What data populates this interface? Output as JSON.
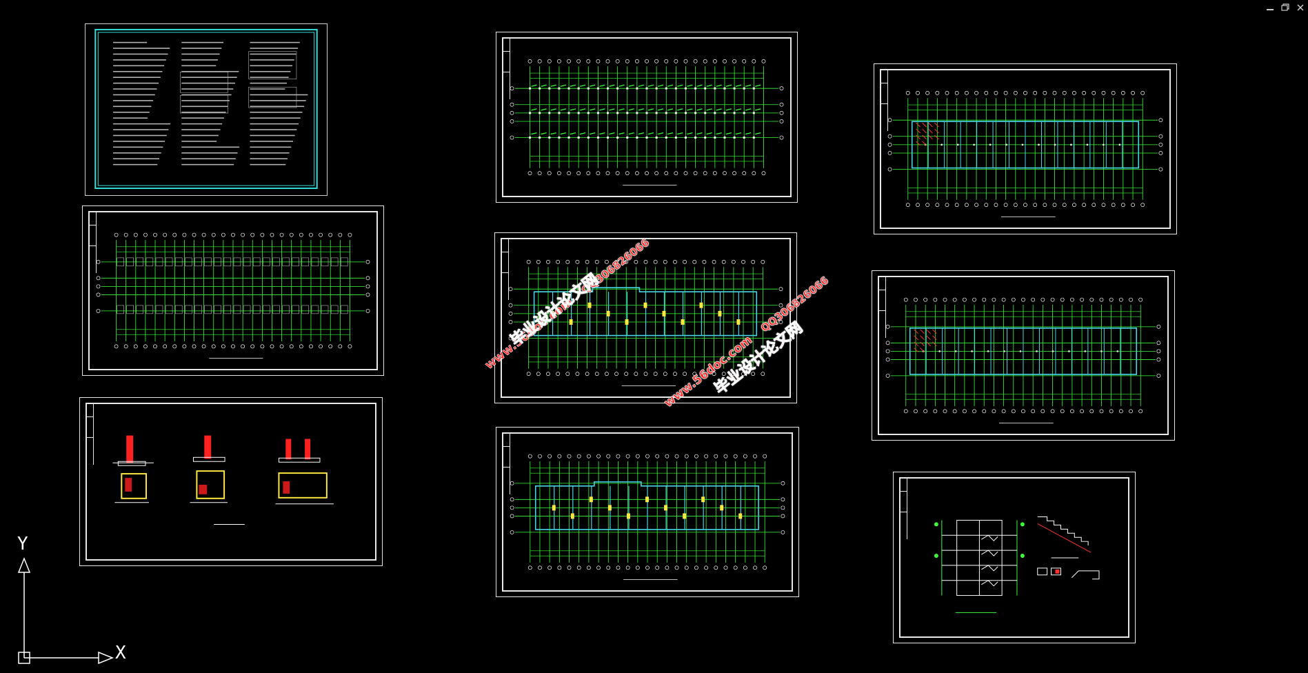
{
  "window": {
    "controls": [
      "minimize-icon",
      "restore-icon",
      "close-icon"
    ]
  },
  "ucs": {
    "x_label": "X",
    "y_label": "Y"
  },
  "watermarks": [
    {
      "site": "www.56doc.com",
      "qq": "QQ306826066",
      "title": "毕业设计论文网"
    },
    {
      "site": "www.56doc.com",
      "qq": "QQ306826066",
      "title": "毕业设计论文网"
    }
  ],
  "colors": {
    "background": "#000000",
    "frame": "#e8e8e8",
    "grid": "#3aff3a",
    "column": "#48d6e6",
    "hatch": "#ffe840",
    "rebar": "#ff3030",
    "notes_frame": "#33e0e0"
  }
}
